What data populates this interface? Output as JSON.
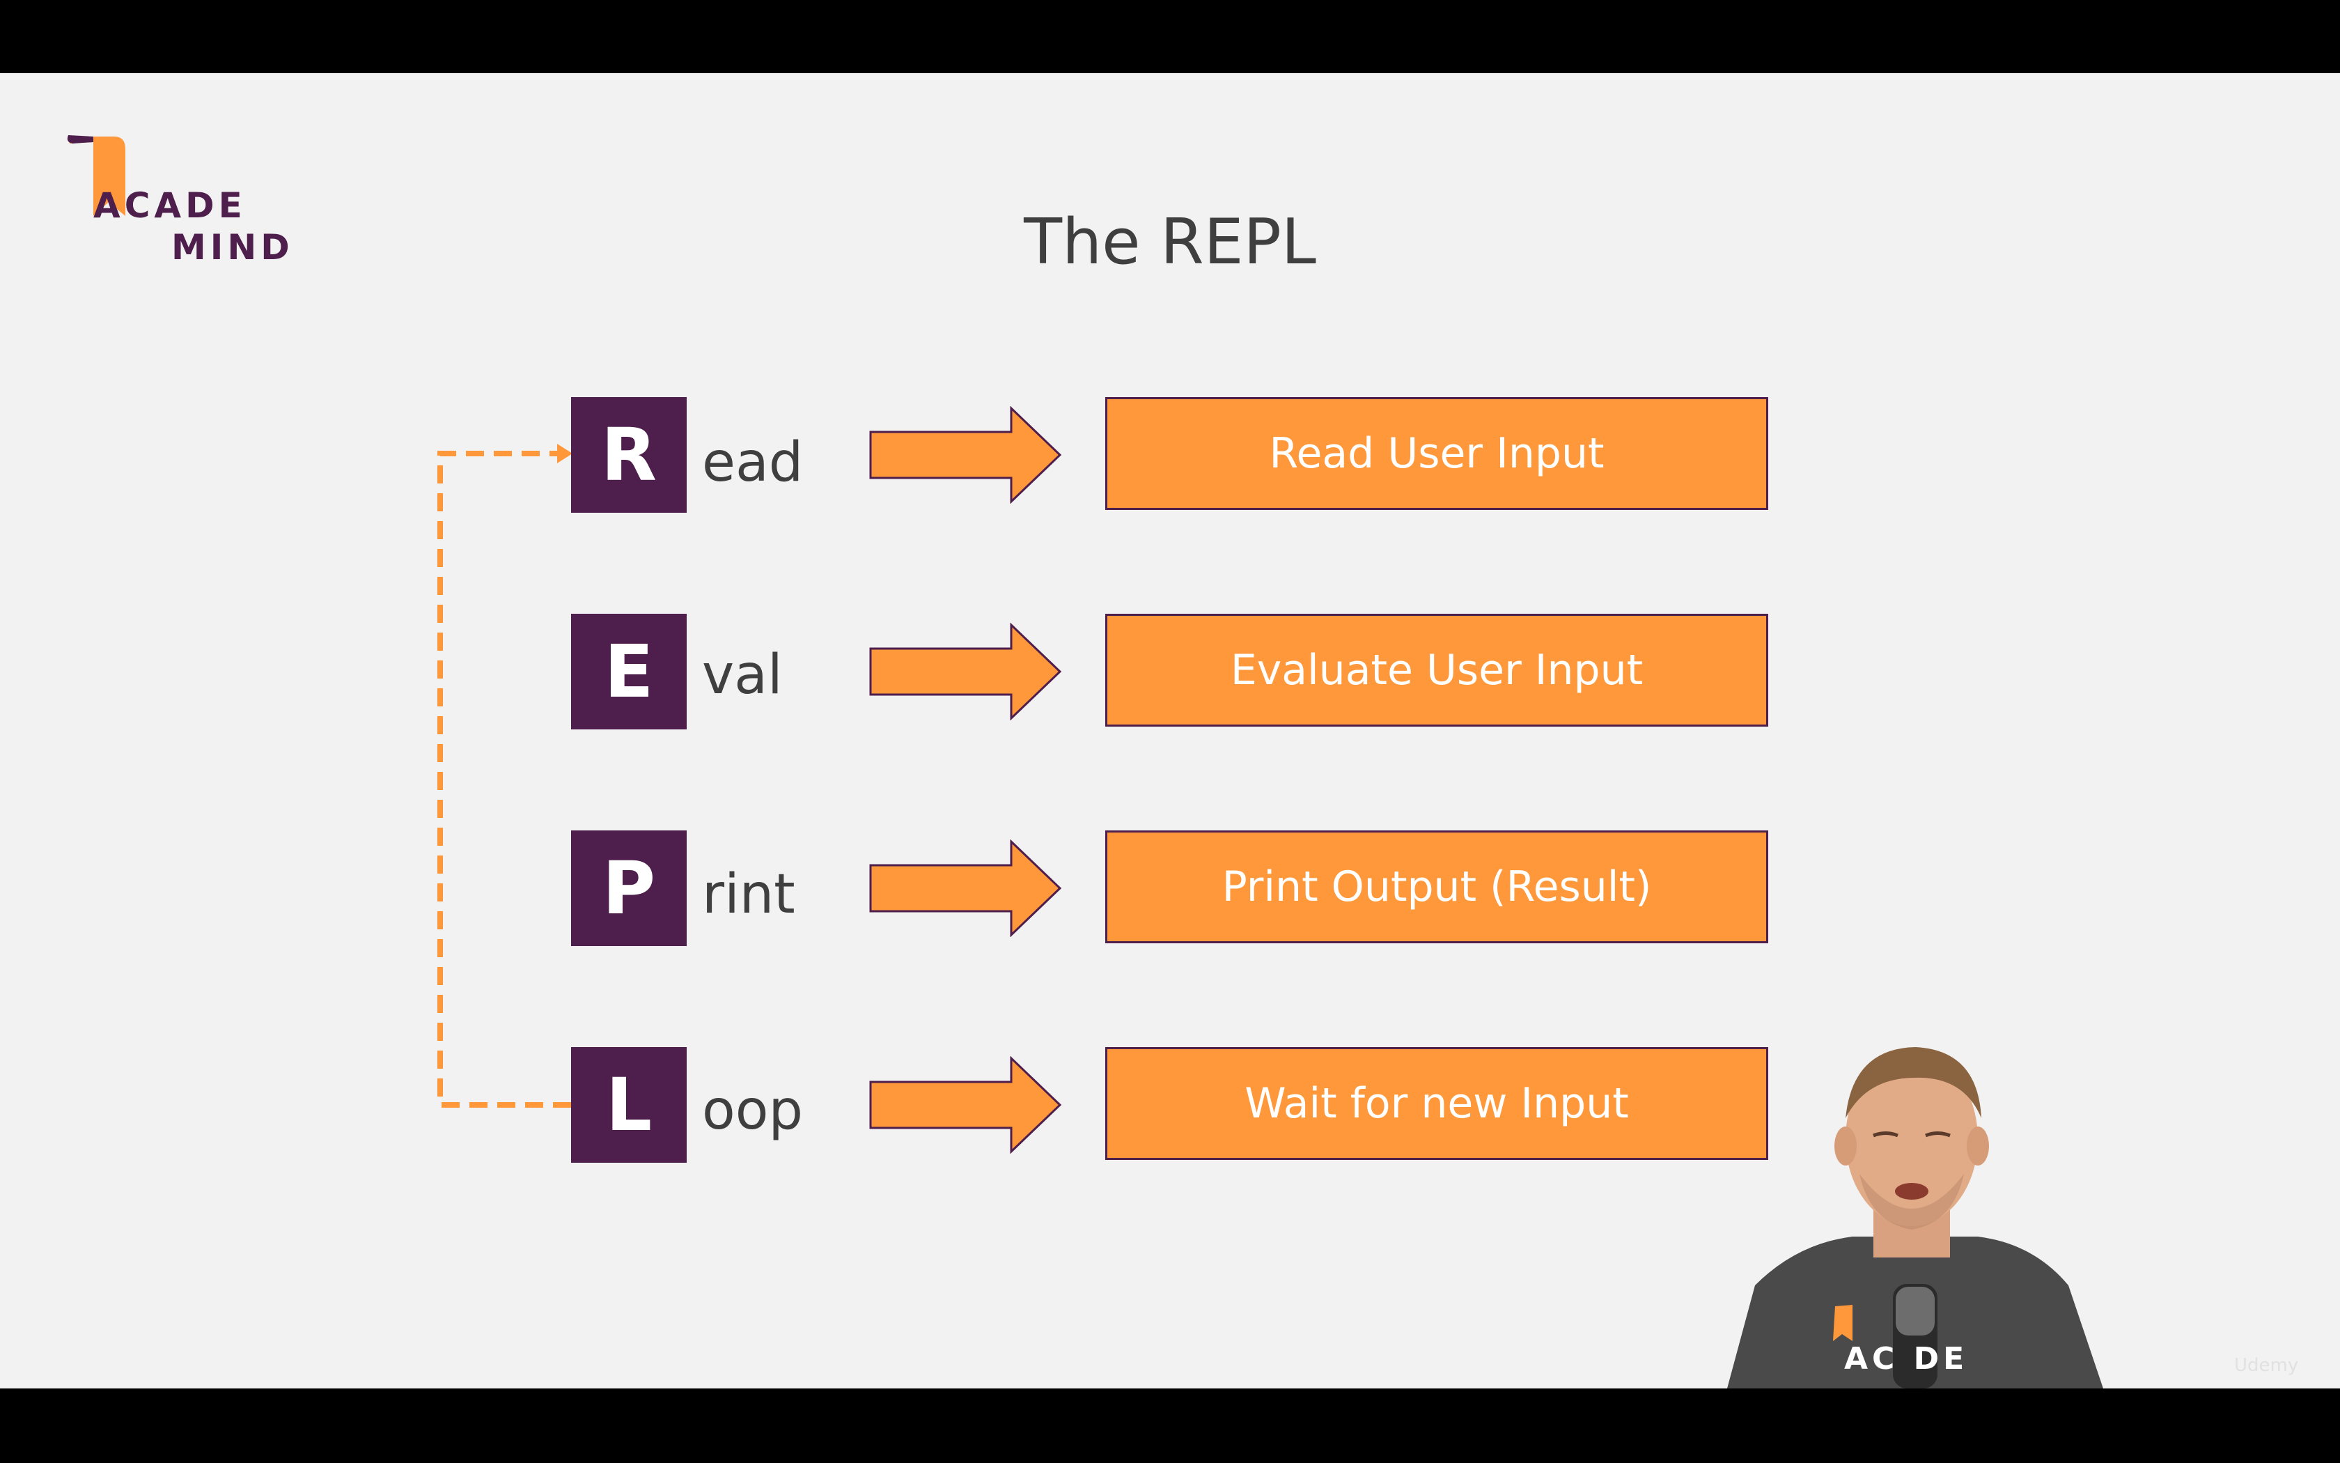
{
  "logo": {
    "line1": "ACADE",
    "line2": "MIND"
  },
  "title": "The REPL",
  "rows": [
    {
      "letter": "R",
      "rest": "ead",
      "action": "Read User Input"
    },
    {
      "letter": "E",
      "rest": "val",
      "action": "Evaluate User Input"
    },
    {
      "letter": "P",
      "rest": "rint",
      "action": "Print Output (Result)"
    },
    {
      "letter": "L",
      "rest": "oop",
      "action": "Wait for new Input"
    }
  ],
  "watermark": "Udemy",
  "colors": {
    "purple": "#4e1e4c",
    "orange": "#ff983b",
    "dashed_loop": "#ff983b",
    "background": "#f2f2f2"
  }
}
